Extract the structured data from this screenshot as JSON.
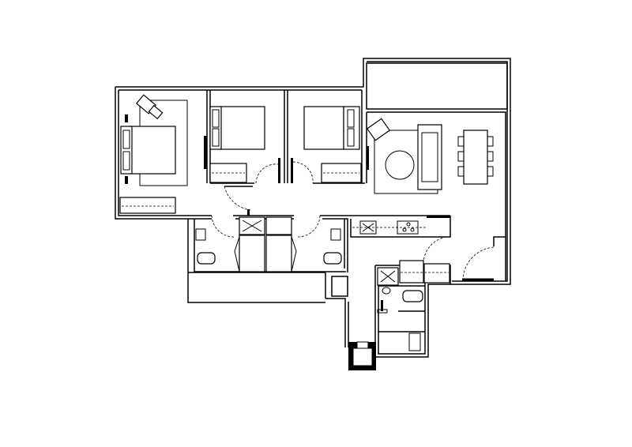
{
  "plan": {
    "type": "apartment-floor-plan",
    "rooms": [
      "master-bedroom",
      "bedroom-2",
      "bedroom-3",
      "living-dining",
      "balcony",
      "kitchen",
      "bathroom-1",
      "bathroom-2",
      "household-shelter",
      "yard",
      "utility"
    ],
    "colors": {
      "line": "#000000",
      "background": "#ffffff"
    }
  }
}
